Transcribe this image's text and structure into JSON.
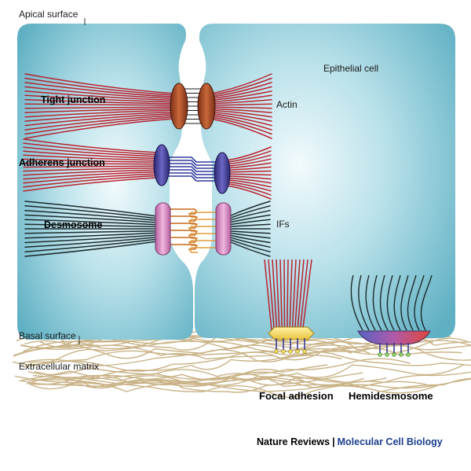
{
  "labels": {
    "apical_surface": "Apical surface",
    "basal_surface": "Basal surface",
    "epithelial_cell": "Epithelial cell",
    "actin": "Actin",
    "ifs": "IFs",
    "tight_junction": "Tight junction",
    "adherens_junction": "Adherens junction",
    "desmosome": "Desmosome",
    "extracellular_matrix": "Extracellular matrix",
    "focal_adhesion": "Focal adhesion",
    "hemidesmosome": "Hemidesmosome"
  },
  "credit": {
    "publisher": "Nature Reviews",
    "separator": "|",
    "journal": "Molecular Cell Biology"
  },
  "colors": {
    "cell_edge": "#5fb0c3",
    "cell_center": "#f2fafc",
    "actin": "#b8232f",
    "intermediate_filament": "#1c2b2e",
    "tight_junction_plaque": "#b0522c",
    "adherens_plaque": "#4e4aa6",
    "desmosome_plaque": "#d98fc6",
    "matrix_fiber": "#c9b387"
  }
}
